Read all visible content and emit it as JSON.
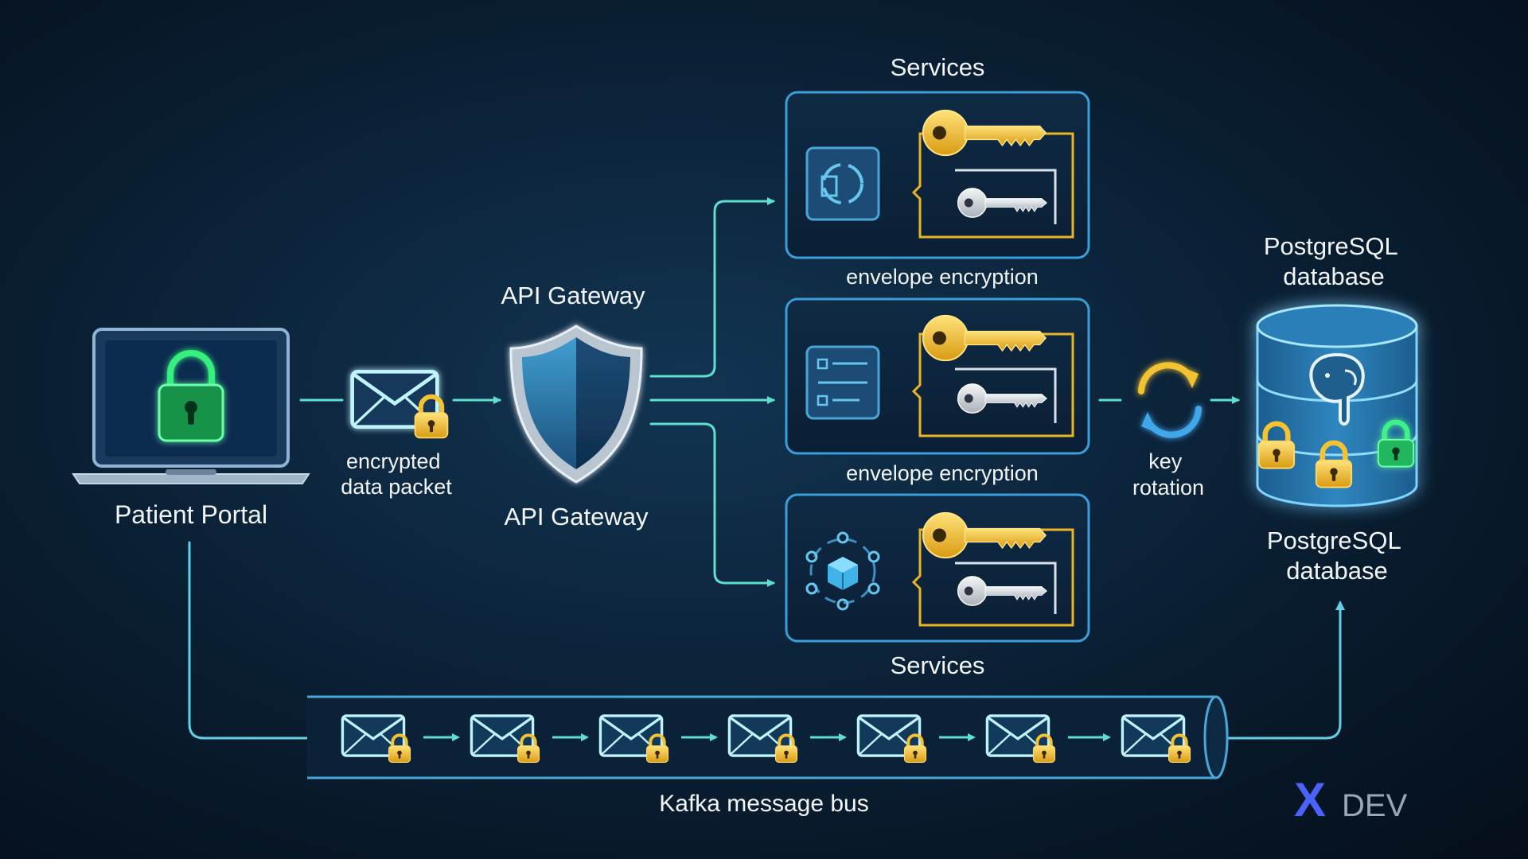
{
  "nodes": {
    "patient_portal": "Patient Portal",
    "packet": [
      "encrypted",
      "data packet"
    ],
    "gateway_top": "API Gateway",
    "gateway_bottom": "API Gateway",
    "services_top": "Services",
    "services_bottom": "Services",
    "envelope_1": "envelope encryption",
    "envelope_2": "envelope encryption",
    "key_rotation": [
      "key",
      "rotation"
    ],
    "db_top": [
      "PostgreSQL",
      "database"
    ],
    "db_bottom": [
      "PostgreSQL",
      "database"
    ],
    "bus": "Kafka message bus"
  },
  "branding": {
    "logo_mark": "X",
    "logo_text": "DEV"
  },
  "colors": {
    "accent_teal": "#4fd6c8",
    "key_gold": "#f2c230",
    "lock_green": "#2fe07a",
    "panel_border": "#3a9fd8",
    "logo_blue": "#4a63ff"
  },
  "icons": [
    "laptop-icon",
    "padlock-icon",
    "envelope-icon",
    "shield-icon",
    "key-icon",
    "refresh-icon",
    "database-icon",
    "elephant-icon",
    "cube-network-icon",
    "list-icon",
    "cycle-icon"
  ]
}
